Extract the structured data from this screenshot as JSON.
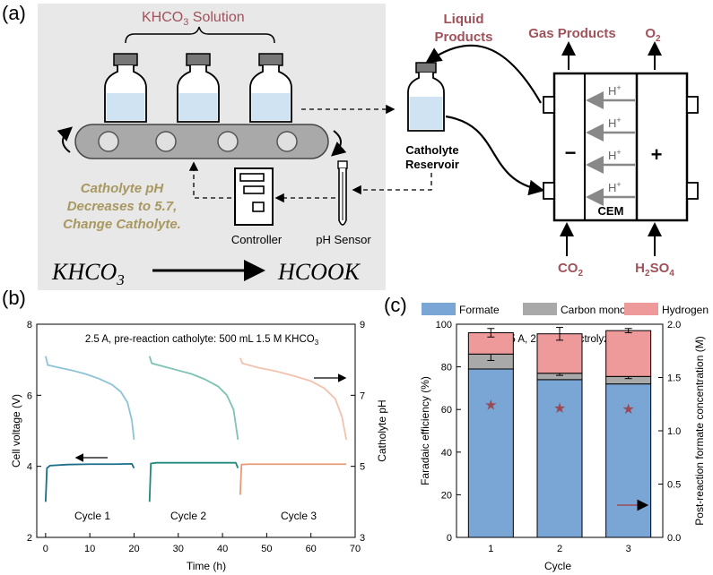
{
  "panel_a": {
    "label": "(a)",
    "solution_label_main": "KHCO",
    "solution_label_sub": "3",
    "solution_label_tail": " Solution",
    "liquid_products_line1": "Liquid",
    "liquid_products_line2": "Products",
    "gas_products": "Gas Products",
    "o2_main": "O",
    "o2_sub": "2",
    "reservoir_line1": "Catholyte",
    "reservoir_line2": "Reservoir",
    "ph_note_line1": "Catholyte pH",
    "ph_note_line2": "Decreases to 5.7,",
    "ph_note_line3": "Change Catholyte.",
    "controller": "Controller",
    "ph_sensor": "pH Sensor",
    "reaction_left_main": "KHCO",
    "reaction_left_sub": "3",
    "reaction_right": "HCOOK",
    "cell_minus": "−",
    "cell_plus": "+",
    "proton_main": "H",
    "proton_sup": "+",
    "cem": "CEM",
    "co2_main": "CO",
    "co2_sub": "2",
    "h2so4_a": "H",
    "h2so4_sub1": "2",
    "h2so4_b": "SO",
    "h2so4_sub2": "4",
    "colors": {
      "accent": "#a0525a",
      "note": "#a89860",
      "panel_bg": "#e8e8e8"
    }
  },
  "panel_b": {
    "label": "(b)",
    "annotation_main": "2.5 A, pre-reaction catholyte: 500 mL 1.5 M KHCO",
    "annotation_sub": "3",
    "cycle_labels": [
      "Cycle 1",
      "Cycle 2",
      "Cycle 3"
    ],
    "chart_data": {
      "type": "line",
      "xlabel": "Time (h)",
      "ylabel": "Cell voltage (V)",
      "y2label": "Catholyte pH",
      "xlim": [
        -2,
        70
      ],
      "ylim": [
        2,
        8
      ],
      "y2lim": [
        3,
        9
      ],
      "xticks": [
        0,
        10,
        20,
        30,
        40,
        50,
        60,
        70
      ],
      "yticks": [
        2,
        4,
        6,
        8
      ],
      "y2ticks": [
        3,
        5,
        7,
        9
      ],
      "cycles": [
        {
          "voltage_color": "#1a6e8a",
          "ph_color": "#8ec3d6",
          "voltage": {
            "x": [
              0,
              0.3,
              1,
              5,
              10,
              15,
              19.5,
              20
            ],
            "y": [
              3.0,
              3.95,
              4.02,
              4.05,
              4.06,
              4.06,
              4.07,
              3.95
            ]
          },
          "ph": {
            "x": [
              0,
              0.5,
              3,
              6,
              9,
              12,
              15,
              17,
              18.5,
              19.5,
              20
            ],
            "y": [
              8.1,
              7.85,
              7.78,
              7.7,
              7.6,
              7.47,
              7.3,
              7.1,
              6.8,
              6.3,
              5.75
            ]
          }
        },
        {
          "voltage_color": "#1f8a7a",
          "ph_color": "#7cc3b4",
          "voltage": {
            "x": [
              23.5,
              23.8,
              25,
              30,
              35,
              40,
              43,
              43.5
            ],
            "y": [
              3.0,
              4.08,
              4.1,
              4.1,
              4.1,
              4.1,
              4.1,
              3.95
            ]
          },
          "ph": {
            "x": [
              23.5,
              24,
              27,
              30,
              33,
              36,
              39,
              41,
              42.5,
              43.5
            ],
            "y": [
              8.1,
              7.9,
              7.8,
              7.7,
              7.6,
              7.45,
              7.25,
              7.0,
              6.6,
              5.75
            ]
          }
        },
        {
          "voltage_color": "#e89a7a",
          "ph_color": "#f2c2ae",
          "voltage": {
            "x": [
              44,
              44.3,
              46,
              50,
              55,
              60,
              65,
              68
            ],
            "y": [
              3.2,
              4.05,
              4.06,
              4.06,
              4.06,
              4.06,
              4.06,
              4.06
            ]
          },
          "ph": {
            "x": [
              44,
              44.5,
              48,
              52,
              56,
              60,
              63,
              65.5,
              67,
              68
            ],
            "y": [
              8.05,
              7.9,
              7.78,
              7.68,
              7.55,
              7.4,
              7.2,
              6.9,
              6.4,
              5.75
            ]
          }
        }
      ]
    }
  },
  "panel_c": {
    "label": "(c)",
    "annotation_main": "2.5 A, 25 cm",
    "annotation_sup": "2",
    "annotation_tail": " electrolyzer",
    "chart_data": {
      "type": "bar",
      "stacked": true,
      "categories": [
        "1",
        "2",
        "3"
      ],
      "xlabel": "Cycle",
      "ylabel": "Faradaic efficiency (%)",
      "y2label": "Post-reaction formate concentration (M)",
      "ylim": [
        0,
        100
      ],
      "y2lim": [
        0.0,
        2.0
      ],
      "yticks": [
        0,
        20,
        40,
        60,
        80,
        100
      ],
      "y2ticks": [
        0.0,
        0.5,
        1.0,
        1.5,
        2.0
      ],
      "series": [
        {
          "name": "Formate",
          "color": "#7aa6d6",
          "values": [
            79,
            74,
            72
          ],
          "errors": [
            0,
            0,
            0
          ]
        },
        {
          "name": "Carbon monoxide",
          "color": "#a9a9a9",
          "values": [
            7,
            3,
            3.5
          ],
          "errors": [
            3,
            1,
            1
          ]
        },
        {
          "name": "Hydrogen",
          "color": "#ef9a9a",
          "values": [
            10,
            18.5,
            21.5
          ],
          "errors": [
            2,
            3,
            1
          ]
        }
      ],
      "formate_concentration_M": [
        1.25,
        1.22,
        1.21
      ],
      "marker_color": "#9a4a55"
    }
  }
}
